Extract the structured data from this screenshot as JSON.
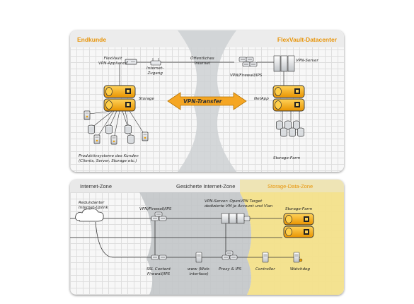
{
  "colors": {
    "accent": "#f5a623",
    "zone_yellow": "#f3e08a",
    "zone_grey": "#c2c5c8",
    "header_bar": "#e9e9e9"
  },
  "top_panel": {
    "left_header": "Endkunde",
    "right_header": "FlexVault-Datacenter",
    "transfer_label": "VPN-Transfer",
    "labels": {
      "appliance": "FlexVault\nVPN-Appliance",
      "internet_access": "Internet-\nZugang",
      "public_internet": "Öffentliches\nInternet",
      "firewall": "VPN/Firewall/IPS",
      "vpn_server": "VPN-Server",
      "storage": "Storage",
      "netapp": "NetApp",
      "customer_systems": "Produktivsysteme des Kunden\n(Clients, Server, Storage etc.)",
      "storage_farm": "Storage-Farm"
    }
  },
  "bottom_panel": {
    "zone_internet": "Internet-Zone",
    "zone_secure": "Gesicherte Internet-Zone",
    "zone_storage": "Storage-Data-Zone",
    "labels": {
      "uplink": "Redundanter\nInternet-Uplink",
      "firewall": "VPN/Firewall/IPS",
      "vpn_server": "VPN-Server: OpenVPN Target\ndedizierte VM je Account und Vlan",
      "storage_farm": "Storage-Farm",
      "ssl": "SSL Content\nFirewall/IPS",
      "www": "www (Web-\ninterface)",
      "proxy": "Proxy & IPS",
      "controller": "Controller",
      "watchdog": "Watchdog"
    }
  }
}
